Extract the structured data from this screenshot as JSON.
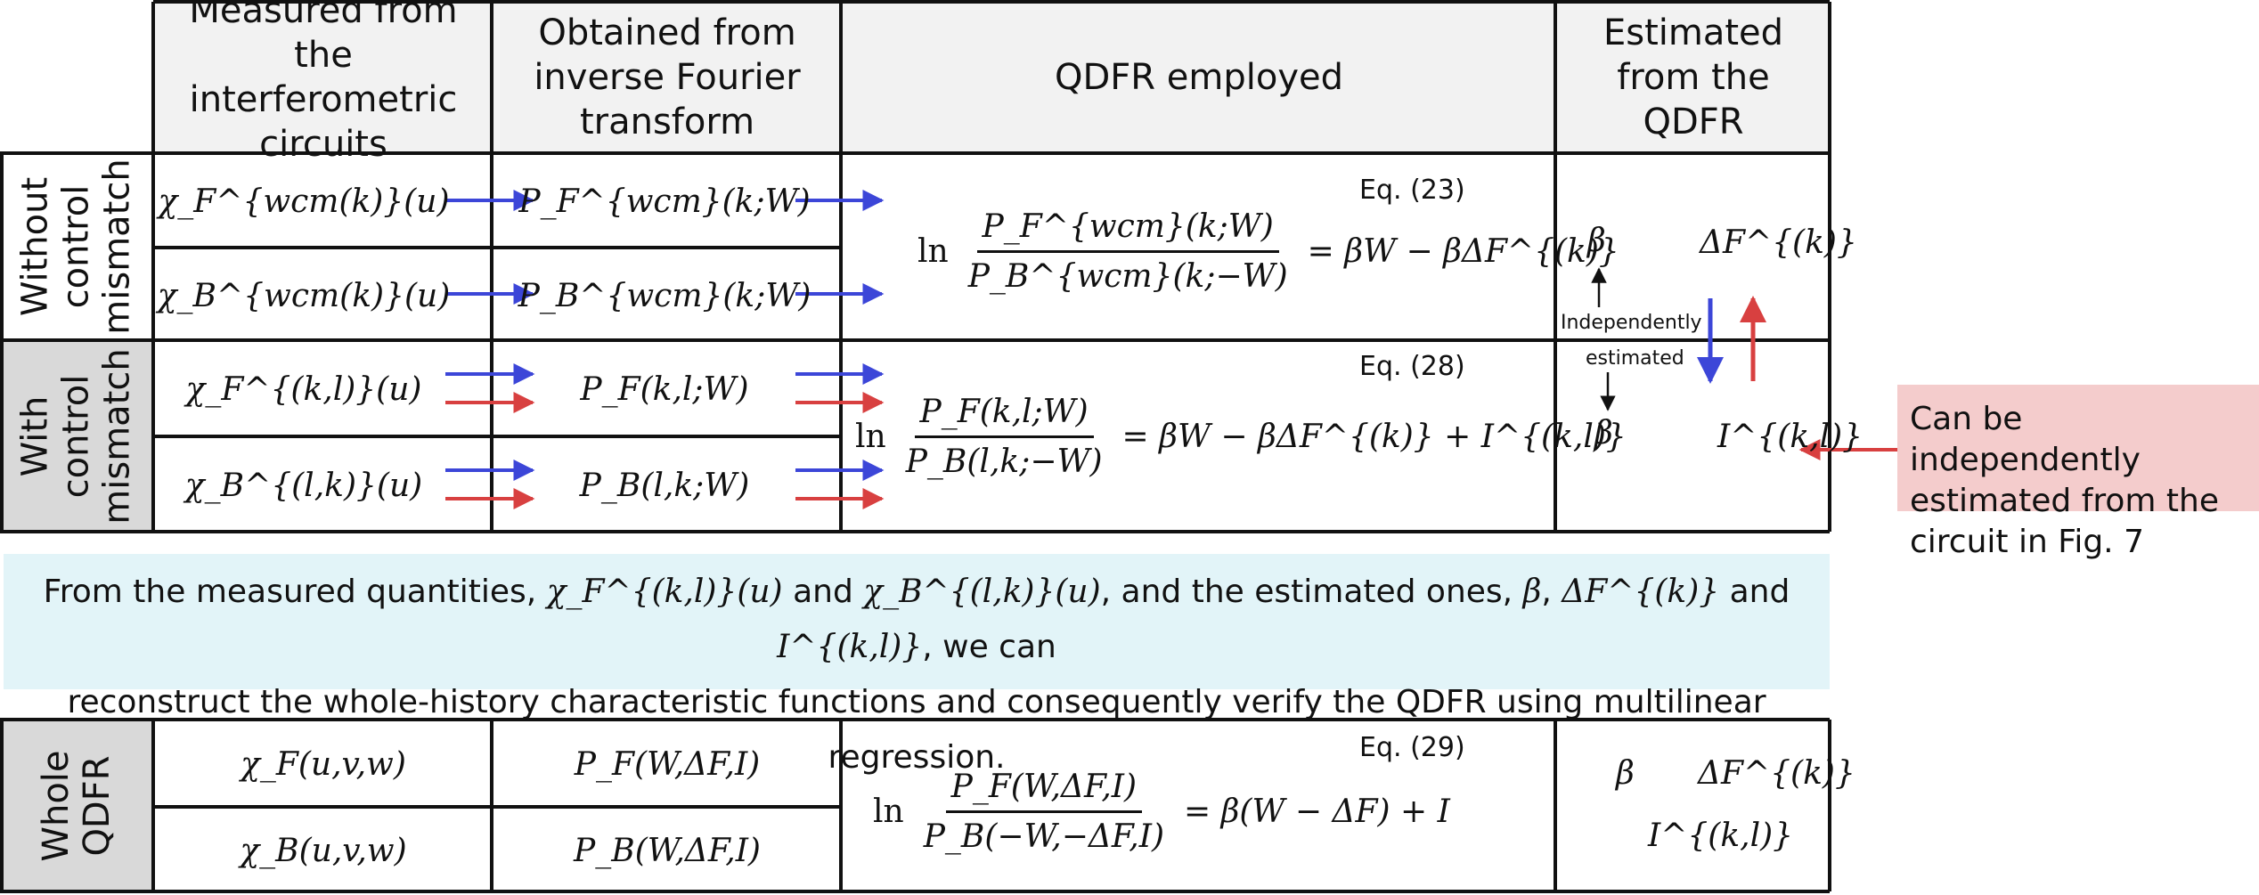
{
  "header": {
    "col1": "Measured from the interferometric circuits",
    "col2": "Obtained from inverse Fourier transform",
    "col3": "QDFR employed",
    "col4": "Estimated from the QDFR"
  },
  "rows": {
    "without": {
      "label": "Without control mismatch",
      "chiF": "χ_F^{wcm(k)}(u)",
      "chiB": "χ_B^{wcm(k)}(u)",
      "PF": "P_F^{wcm}(k;W)",
      "PB": "P_B^{wcm}(k;W)",
      "eq_ref": "Eq. (23)",
      "eq_num": "P_F^{wcm}(k;W)",
      "eq_den": "P_B^{wcm}(k;−W)",
      "eq_rhs": "= βW − βΔF^{(k)}"
    },
    "with": {
      "label": "With control mismatch",
      "chiF": "χ_F^{(k,l)}(u)",
      "chiB": "χ_B^{(l,k)}(u)",
      "PF": "P_F(k,l;W)",
      "PB": "P_B(l,k;W)",
      "eq_ref": "Eq. (28)",
      "eq_num": "P_F(k,l;W)",
      "eq_den": "P_B(l,k;−W)",
      "eq_rhs": "= βW − βΔF^{(k)} + I^{(k,l)}"
    },
    "whole": {
      "label": "Whole QDFR",
      "chiF": "χ_F(u,v,w)",
      "chiB": "χ_B(u,v,w)",
      "PF": "P_F(W,ΔF,I)",
      "PB": "P_B(W,ΔF,I)",
      "eq_ref": "Eq. (29)",
      "eq_num": "P_F(W,ΔF,I)",
      "eq_den": "P_B(−W,−ΔF,I)",
      "eq_rhs": "= β(W − ΔF) + I"
    }
  },
  "estimates": {
    "beta": "β",
    "deltaF": "ΔF^{(k)}",
    "info": "I^{(k,l)}",
    "independently": "Independently",
    "estimated": "estimated"
  },
  "note": "Can be independently estimated from the circuit in Fig. 7",
  "caption": {
    "part1": "From the measured quantities,",
    "and1": "and",
    "part2": ", and the estimated ones,",
    "comma": ",",
    "and2": "and",
    "part3": ", we can",
    "line2": "reconstruct  the whole-history  characteristic functions and consequently verify the QDFR using multilinear regression."
  },
  "colors": {
    "blue_arrow": "#3c46d8",
    "red_arrow": "#d84040",
    "label_bg": "#d9d9d9",
    "header_bg": "#f2f2f2",
    "note_bg": "#f4cccc",
    "caption_bg": "#e2f4f8"
  }
}
